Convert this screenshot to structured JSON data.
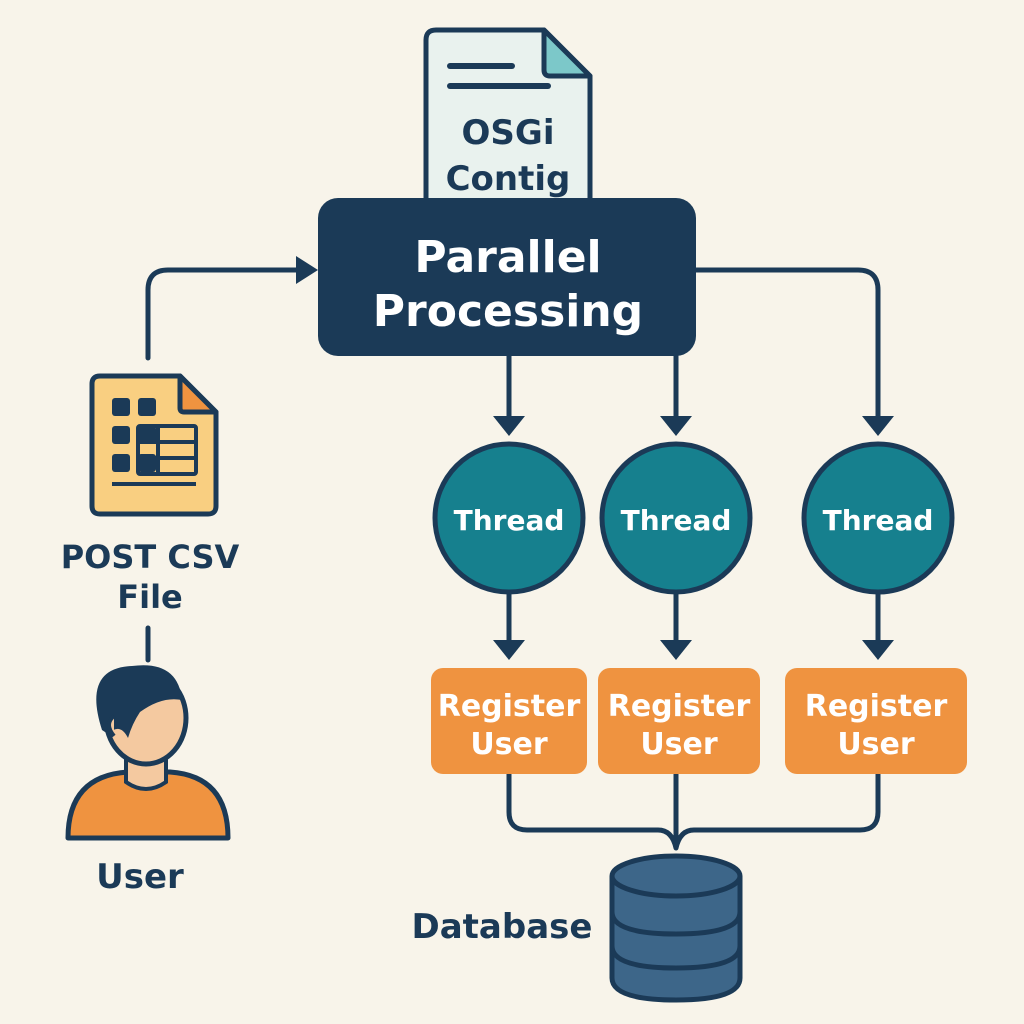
{
  "config_doc": {
    "line1": "OSGi",
    "line2": "Contig"
  },
  "processor": {
    "line1": "Parallel",
    "line2": "Processing"
  },
  "threads": [
    {
      "label": "Thread"
    },
    {
      "label": "Thread"
    },
    {
      "label": "Thread"
    }
  ],
  "tasks": [
    {
      "line1": "Register",
      "line2": "User"
    },
    {
      "line1": "Register",
      "line2": "User"
    },
    {
      "line1": "Register",
      "line2": "User"
    }
  ],
  "input": {
    "line1": "POST CSV",
    "line2": "File"
  },
  "user": {
    "label": "User"
  },
  "database": {
    "label": "Database"
  },
  "colors": {
    "background": "#f8f4ea",
    "navy": "#1b3a57",
    "teal": "#16808e",
    "orange": "#ef9340",
    "paper": "#e9f2ee",
    "csv_paper": "#f9cf81",
    "fold_teal": "#7cc8c9",
    "skin": "#f4c9a0",
    "db_blue": "#3d6689"
  },
  "icons": [
    "config-file-icon",
    "csv-file-icon",
    "user-icon",
    "database-icon"
  ]
}
